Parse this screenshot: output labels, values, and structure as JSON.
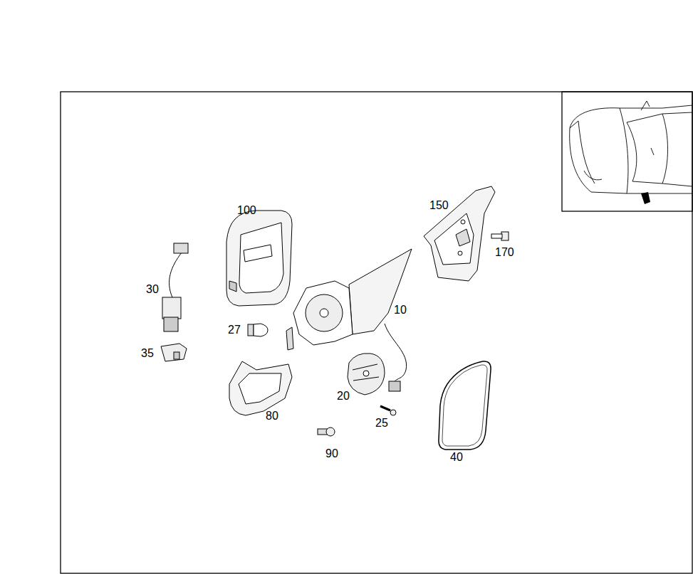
{
  "diagram": {
    "labels": [
      "100",
      "150",
      "170",
      "30",
      "10",
      "27",
      "35",
      "20",
      "80",
      "25",
      "90",
      "40"
    ]
  }
}
